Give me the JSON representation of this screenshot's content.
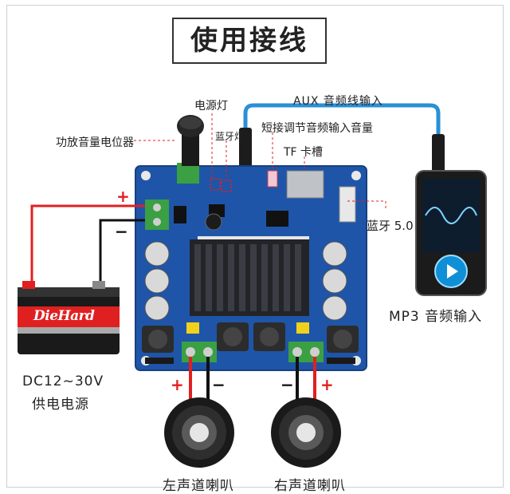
{
  "title": "使用接线",
  "labels": {
    "power_light": "电源灯",
    "bt_light": "蓝牙灯",
    "potentiometer": "功放音量电位器",
    "aux_input": "AUX 音频线输入",
    "short_vol": "短接调节音频输入音量",
    "tf_slot": "TF 卡槽",
    "bluetooth": "蓝牙 5.0",
    "mp3_input": "MP3 音频输入",
    "dc_voltage": "DC12~30V",
    "power_supply": "供电电源",
    "left_speaker": "左声道喇叭",
    "right_speaker": "右声道喇叭"
  },
  "polarity": {
    "plus": "+",
    "minus": "−"
  },
  "battery_brand": "DieHard",
  "colors": {
    "red_wire": "#e02020",
    "aux_cable": "#2a8fd6",
    "board": "#1f55a8",
    "terminal": "#3aa043",
    "heatsink": "#222428"
  }
}
